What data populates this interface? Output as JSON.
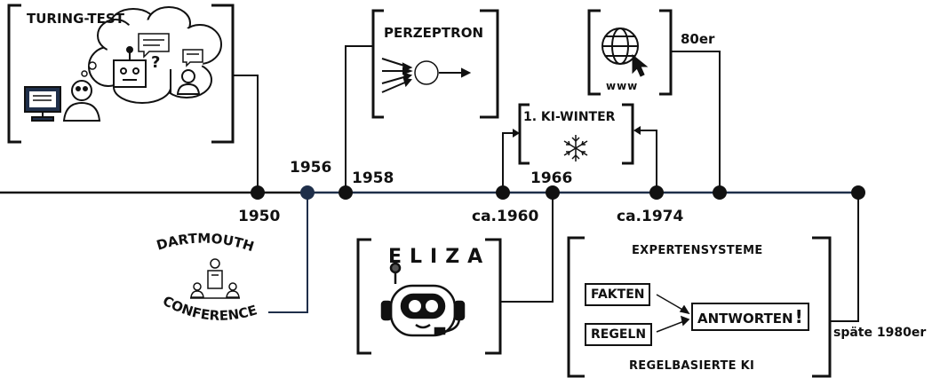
{
  "colors": {
    "ink": "#111111",
    "navy": "#1f2f4a",
    "background": "#ffffff"
  },
  "timeline": {
    "markers": [
      {
        "label": "1950",
        "tone": "black"
      },
      {
        "label": "1956",
        "tone": "navy"
      },
      {
        "label": "1958",
        "tone": "black"
      },
      {
        "label": "ca.1960",
        "tone": "black"
      },
      {
        "label": "1966",
        "tone": "black"
      },
      {
        "label": "ca.1974",
        "tone": "black"
      },
      {
        "label": "80er",
        "tone": "black"
      },
      {
        "label": "späte 1980er",
        "tone": "black"
      }
    ]
  },
  "events": {
    "turing_test": {
      "title": "TURING-TEST",
      "icons": [
        "computer-icon",
        "person-icon",
        "robot-icon",
        "speech-bubble-icon",
        "question-mark-icon"
      ],
      "question": "?"
    },
    "dartmouth": {
      "line1": "DARTMOUTH",
      "line2": "CONFERENCE",
      "icon": "conference-podium-icon"
    },
    "perzeptron": {
      "title": "PERZEPTRON",
      "icon": "neuron-icon"
    },
    "ki_winter": {
      "title": "1. KI-WINTER",
      "icon": "snowflake-icon"
    },
    "eliza": {
      "title": "ELIZA",
      "icon": "robot-head-icon"
    },
    "www": {
      "label": "www",
      "icon": "globe-cursor-icon"
    },
    "expertensysteme": {
      "title": "EXPERTENSYSTEME",
      "subtitle": "REGELBASIERTE KI",
      "inputs": [
        "FAKTEN",
        "REGELN"
      ],
      "output": "ANTWORTEN",
      "output_mark": "!"
    }
  }
}
